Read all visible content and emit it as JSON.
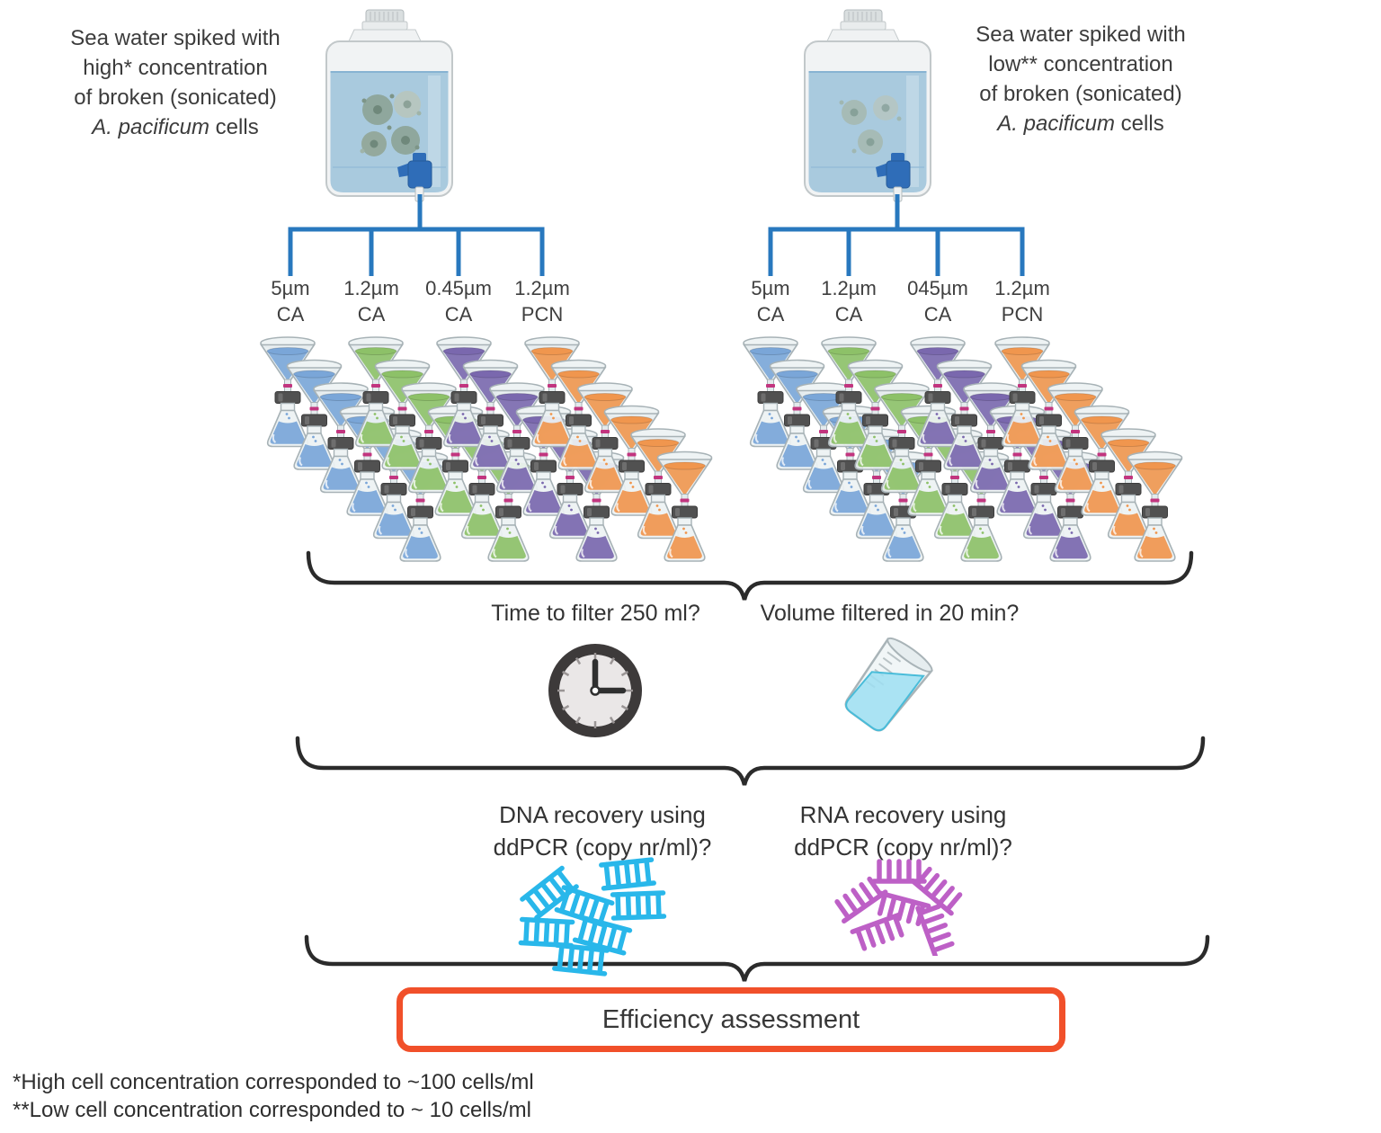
{
  "diagram": {
    "captions": {
      "left": {
        "line1": "Sea water spiked with",
        "line2": "high* concentration",
        "line3": "of broken (sonicated)",
        "species": "A. pacificum",
        "after_species": " cells"
      },
      "right": {
        "line1": "Sea water spiked with",
        "line2": "low** concentration",
        "line3": "of broken (sonicated)",
        "species": "A. pacificum",
        "after_species": " cells"
      }
    },
    "filter_labels": {
      "left": [
        {
          "size": "5µm",
          "membrane": "CA"
        },
        {
          "size": "1.2µm",
          "membrane": "CA"
        },
        {
          "size": "0.45µm",
          "membrane": "CA"
        },
        {
          "size": "1.2µm",
          "membrane": "PCN"
        }
      ],
      "right": [
        {
          "size": "5µm",
          "membrane": "CA"
        },
        {
          "size": "1.2µm",
          "membrane": "CA"
        },
        {
          "size": "045µm",
          "membrane": "CA"
        },
        {
          "size": "1.2µm",
          "membrane": "PCN"
        }
      ]
    },
    "filtration": {
      "replicates_per_filter": 6,
      "funnel_colors": [
        "#7aa6d8",
        "#8dc168",
        "#7a68ae",
        "#f0964e"
      ]
    },
    "questions": {
      "time": "Time to filter 250 ml?",
      "volume": "Volume filtered in 20 min?",
      "dna_line1": "DNA recovery using",
      "dna_line2": "ddPCR (copy nr/ml)?",
      "rna_line1": "RNA recovery using",
      "rna_line2": "ddPCR (copy nr/ml)?"
    },
    "result_box": {
      "label": "Efficiency assessment",
      "border_color": "#f1502a"
    },
    "footnotes": [
      "*High cell concentration corresponded to ~100 cells/ml",
      "**Low cell concentration corresponded to ~ 10 cells/ml"
    ],
    "colors": {
      "pipeline_blue": "#2878be",
      "brace": "#2b2b2b",
      "dna_cyan": "#29b7ea",
      "rna_magenta": "#bd60c6"
    }
  }
}
